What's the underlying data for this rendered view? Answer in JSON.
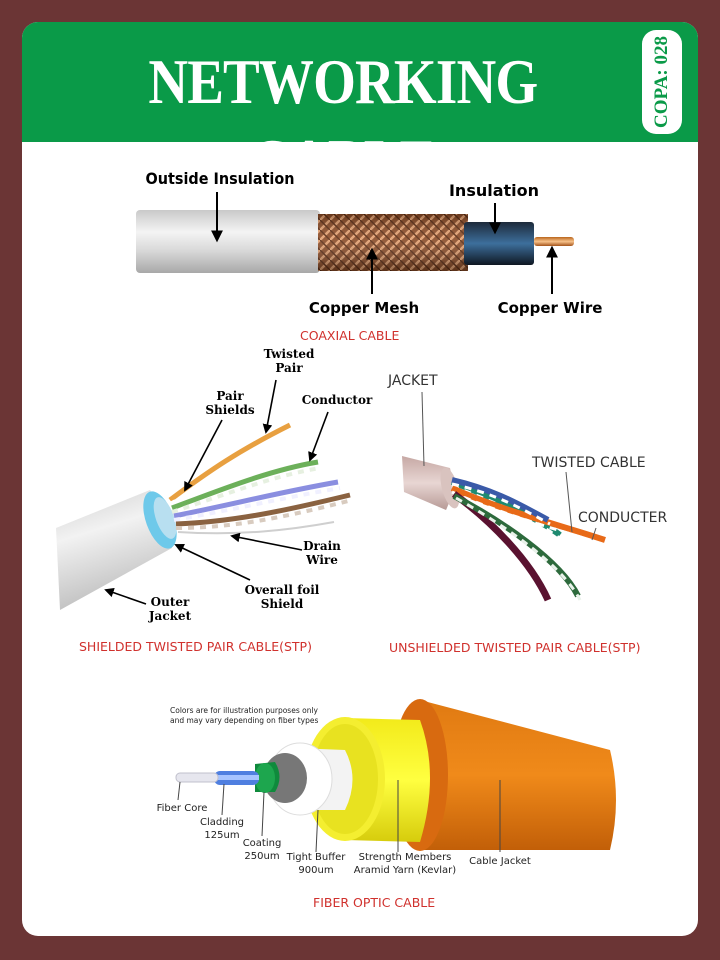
{
  "header": {
    "title": "NETWORKING CABLE",
    "badge": "COPA: 028",
    "bg_color": "#0a9a48"
  },
  "coaxial": {
    "labels": {
      "outside_insulation": "Outside Insulation",
      "insulation": "Insulation",
      "copper_mesh": "Copper Mesh",
      "copper_wire": "Copper Wire"
    },
    "caption": "COAXIAL CABLE"
  },
  "stp": {
    "labels": {
      "twisted_pair_1": "Twisted",
      "twisted_pair_2": "Pair",
      "pair_shields_1": "Pair",
      "pair_shields_2": "Shields",
      "conductor": "Conductor",
      "drain_wire_1": "Drain",
      "drain_wire_2": "Wire",
      "overall_foil_1": "Overall foil",
      "overall_foil_2": "Shield",
      "outer_jacket_1": "Outer",
      "outer_jacket_2": "Jacket"
    },
    "caption": "SHIELDED TWISTED PAIR CABLE(STP)"
  },
  "utp": {
    "labels": {
      "jacket": "JACKET",
      "twisted_cable": "TWISTED CABLE",
      "conducter": "CONDUCTER"
    },
    "caption": "UNSHIELDED TWISTED PAIR CABLE(STP)"
  },
  "fiber": {
    "note_1": "Colors are for illustration purposes only",
    "note_2": "and may vary depending on fiber types",
    "labels": {
      "fiber_core": "Fiber Core",
      "cladding_1": "Cladding",
      "cladding_2": "125um",
      "coating_1": "Coating",
      "coating_2": "250um",
      "tight_buffer_1": "Tight Buffer",
      "tight_buffer_2": "900um",
      "strength_1": "Strength Members",
      "strength_2": "Aramid Yarn (Kevlar)",
      "cable_jacket": "Cable Jacket"
    },
    "caption": "FIBER OPTIC CABLE"
  }
}
